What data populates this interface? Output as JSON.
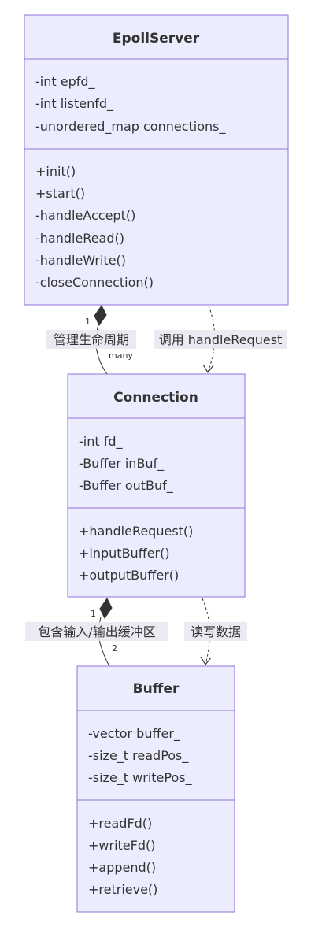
{
  "classes": {
    "epoll": {
      "name": "EpollServer",
      "attributes": [
        "-int epfd_",
        "-int listenfd_",
        "-unordered_map connections_"
      ],
      "methods": [
        "+init()",
        "+start()",
        "-handleAccept()",
        "-handleRead()",
        "-handleWrite()",
        "-closeConnection()"
      ]
    },
    "connection": {
      "name": "Connection",
      "attributes": [
        "-int fd_",
        "-Buffer inBuf_",
        "-Buffer outBuf_"
      ],
      "methods": [
        "+handleRequest()",
        "+inputBuffer()",
        "+outputBuffer()"
      ]
    },
    "buffer": {
      "name": "Buffer",
      "attributes": [
        "-vector buffer_",
        "-size_t readPos_",
        "-size_t writePos_"
      ],
      "methods": [
        "+readFd()",
        "+writeFd()",
        "+append()",
        "+retrieve()"
      ]
    }
  },
  "relations": {
    "epoll_connection": {
      "label": "管理生命周期",
      "from_mult": "1",
      "to_mult": "many"
    },
    "epoll_calls": {
      "label": "调用 handleRequest"
    },
    "connection_buffer": {
      "label": "包含输入/输出缓冲区",
      "from_mult": "1",
      "to_mult": "2"
    },
    "connection_rw": {
      "label": "读写数据"
    }
  }
}
